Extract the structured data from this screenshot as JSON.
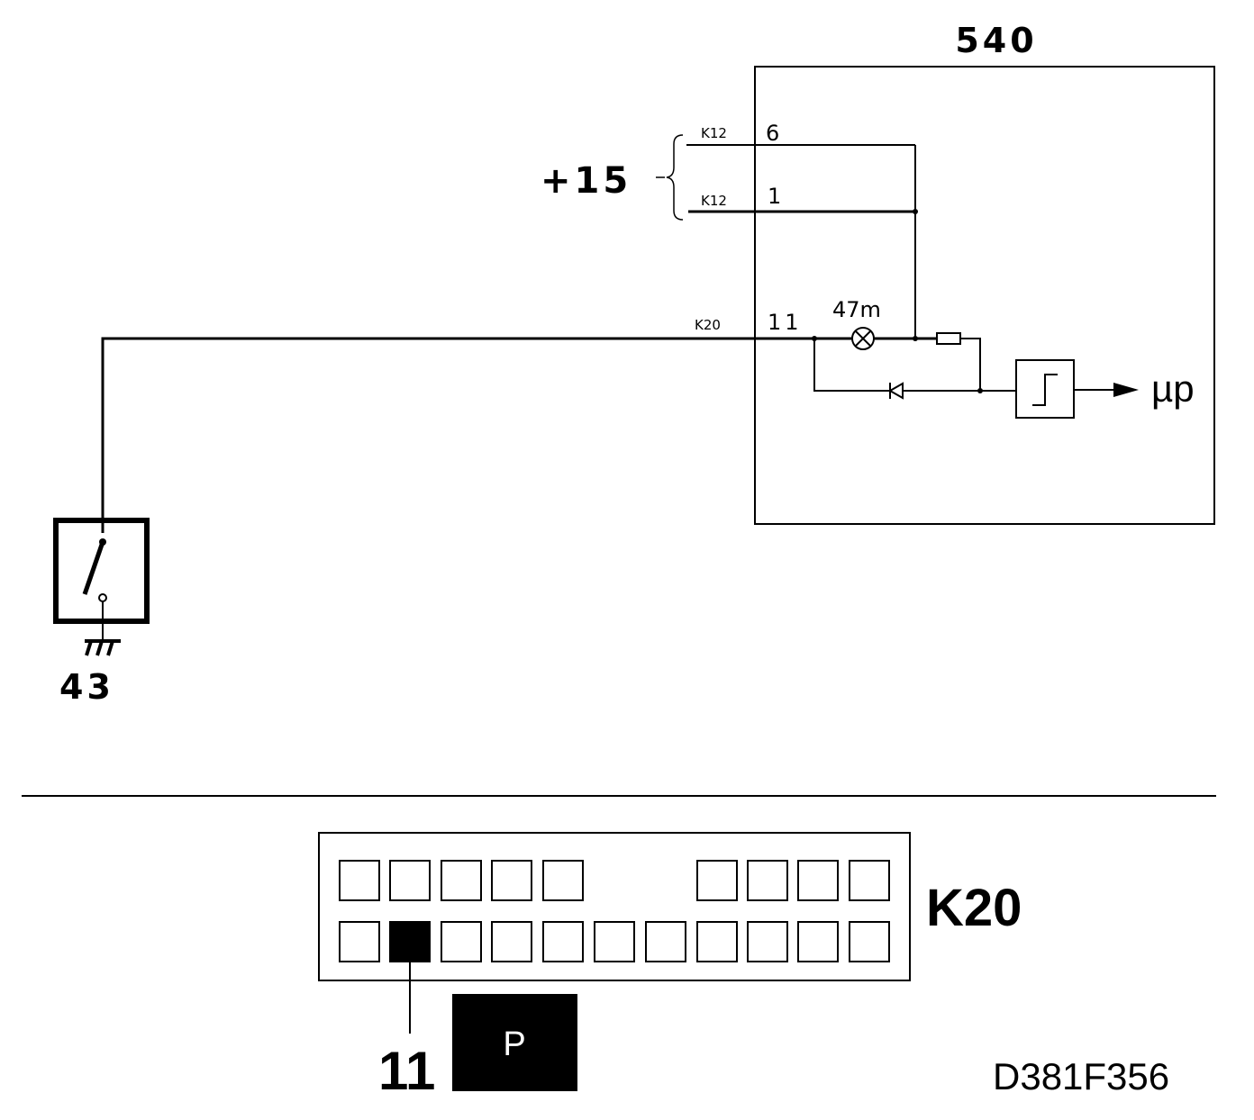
{
  "module": {
    "number": "540"
  },
  "supply": {
    "label": "+15",
    "pins": [
      {
        "connector": "K12",
        "pin": "6"
      },
      {
        "connector": "K12",
        "pin": "1"
      }
    ]
  },
  "signal": {
    "connector": "K20",
    "pin": "11"
  },
  "lamp": {
    "label": "47m"
  },
  "output": {
    "label": "µp"
  },
  "switch": {
    "label": "43"
  },
  "connector_view": {
    "name": "K20",
    "highlighted_pin": "11",
    "badge": "P"
  },
  "figure_code": "D381F356",
  "colors": {
    "line": "#000000",
    "background": "#ffffff",
    "badge_fill": "#000000",
    "badge_text": "#ffffff"
  }
}
